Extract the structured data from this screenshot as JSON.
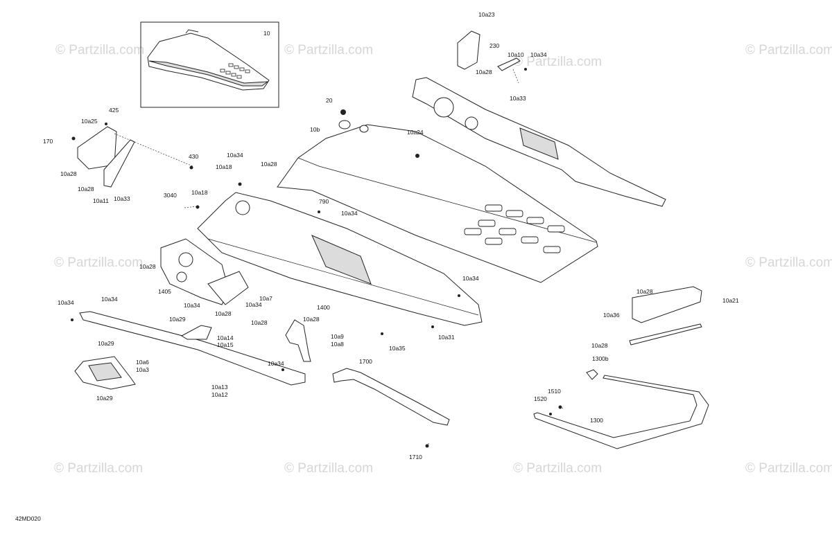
{
  "diagram_code": "42MD020",
  "watermark_text": "© Partzilla.com",
  "watermark_center_text": "© Partzilla.com",
  "inset_label": "10",
  "labels": [
    {
      "id": "l10a23",
      "text": "10a23"
    },
    {
      "id": "l230",
      "text": "230"
    },
    {
      "id": "l10a10",
      "text": "10a10"
    },
    {
      "id": "l10a34a",
      "text": "10a34"
    },
    {
      "id": "l10a28a",
      "text": "10a28"
    },
    {
      "id": "l10a33a",
      "text": "10a33"
    },
    {
      "id": "l20",
      "text": "20"
    },
    {
      "id": "l10b",
      "text": "10b"
    },
    {
      "id": "l10a24",
      "text": "10a24"
    },
    {
      "id": "l425",
      "text": "425"
    },
    {
      "id": "l10a25",
      "text": "10a25"
    },
    {
      "id": "l170",
      "text": "170"
    },
    {
      "id": "l10a28b",
      "text": "10a28"
    },
    {
      "id": "l10a28c",
      "text": "10a28"
    },
    {
      "id": "l10a11",
      "text": "10a11"
    },
    {
      "id": "l10a33b",
      "text": "10a33"
    },
    {
      "id": "l430",
      "text": "430"
    },
    {
      "id": "l10a34b",
      "text": "10a34"
    },
    {
      "id": "l10a18a",
      "text": "10a18"
    },
    {
      "id": "l10a28d",
      "text": "10a28"
    },
    {
      "id": "l3040",
      "text": "3040"
    },
    {
      "id": "l10a18b",
      "text": "10a18"
    },
    {
      "id": "l790",
      "text": "790"
    },
    {
      "id": "l10a34c",
      "text": "10a34"
    },
    {
      "id": "l10a28e",
      "text": "10a28"
    },
    {
      "id": "l1405",
      "text": "1405"
    },
    {
      "id": "l10a34d",
      "text": "10a34"
    },
    {
      "id": "l10a7",
      "text": "10a7"
    },
    {
      "id": "l10a34e",
      "text": "10a34"
    },
    {
      "id": "l10a28f",
      "text": "10a28"
    },
    {
      "id": "l10a34f",
      "text": "10a34"
    },
    {
      "id": "l10a34g",
      "text": "10a34"
    },
    {
      "id": "l1400",
      "text": "1400"
    },
    {
      "id": "l10a34h",
      "text": "10a34"
    },
    {
      "id": "l10a29a",
      "text": "10a29"
    },
    {
      "id": "l10a14",
      "text": "10a14"
    },
    {
      "id": "l10a15",
      "text": "10a15"
    },
    {
      "id": "l10a28g",
      "text": "10a28"
    },
    {
      "id": "l10a28h",
      "text": "10a28"
    },
    {
      "id": "l10a9",
      "text": "10a9"
    },
    {
      "id": "l10a8",
      "text": "10a8"
    },
    {
      "id": "l10a35",
      "text": "10a35"
    },
    {
      "id": "l10a31",
      "text": "10a31"
    },
    {
      "id": "l10a29b",
      "text": "10a29"
    },
    {
      "id": "l10a6",
      "text": "10a6"
    },
    {
      "id": "l10a3",
      "text": "10a3"
    },
    {
      "id": "l10a34i",
      "text": "10a34"
    },
    {
      "id": "l10a13",
      "text": "10a13"
    },
    {
      "id": "l10a12",
      "text": "10a12"
    },
    {
      "id": "l10a29c",
      "text": "10a29"
    },
    {
      "id": "l1700",
      "text": "1700"
    },
    {
      "id": "l1710",
      "text": "1710"
    },
    {
      "id": "l10a28i",
      "text": "10a28"
    },
    {
      "id": "l10a21",
      "text": "10a21"
    },
    {
      "id": "l10a36",
      "text": "10a36"
    },
    {
      "id": "l10a28j",
      "text": "10a28"
    },
    {
      "id": "l1300b",
      "text": "1300b"
    },
    {
      "id": "l1510",
      "text": "1510"
    },
    {
      "id": "l1520",
      "text": "1520"
    },
    {
      "id": "l1300",
      "text": "1300"
    }
  ]
}
